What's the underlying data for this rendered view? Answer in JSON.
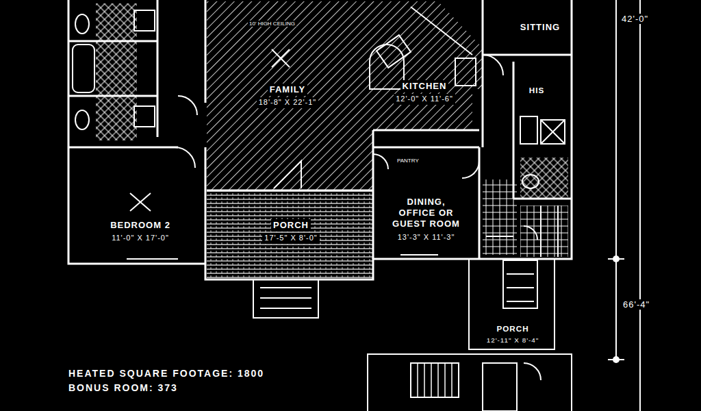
{
  "diagram": {
    "nodes": [
      {
        "text": [
          "FAMILY",
          "18'-8\" X 22'-1\""
        ]
      },
      {
        "text": [
          "KITCHEN",
          "12'-0\" X 11'-6\""
        ]
      },
      {
        "text": [
          "SITTING"
        ]
      },
      {
        "text": [
          "HIS"
        ]
      },
      {
        "text": [
          "BEDROOM 2",
          "11'-0\" X 17'-0\""
        ]
      },
      {
        "text": [
          "PORCH",
          "17'-5\" X 8'-0\""
        ]
      },
      {
        "text": [
          "DINING, OFFICE OR GUEST ROOM",
          "13'-3\" X 11'-3\""
        ]
      },
      {
        "text": [
          "PORCH",
          "12'-11\" X 8'-4\""
        ]
      }
    ],
    "labels": [
      "10' HIGH CEILING",
      "PANTRY",
      "42'-0\"",
      "66'-4\"",
      "HEATED SQUARE FOOTAGE: 1800",
      "BONUS ROOM: 373"
    ]
  }
}
